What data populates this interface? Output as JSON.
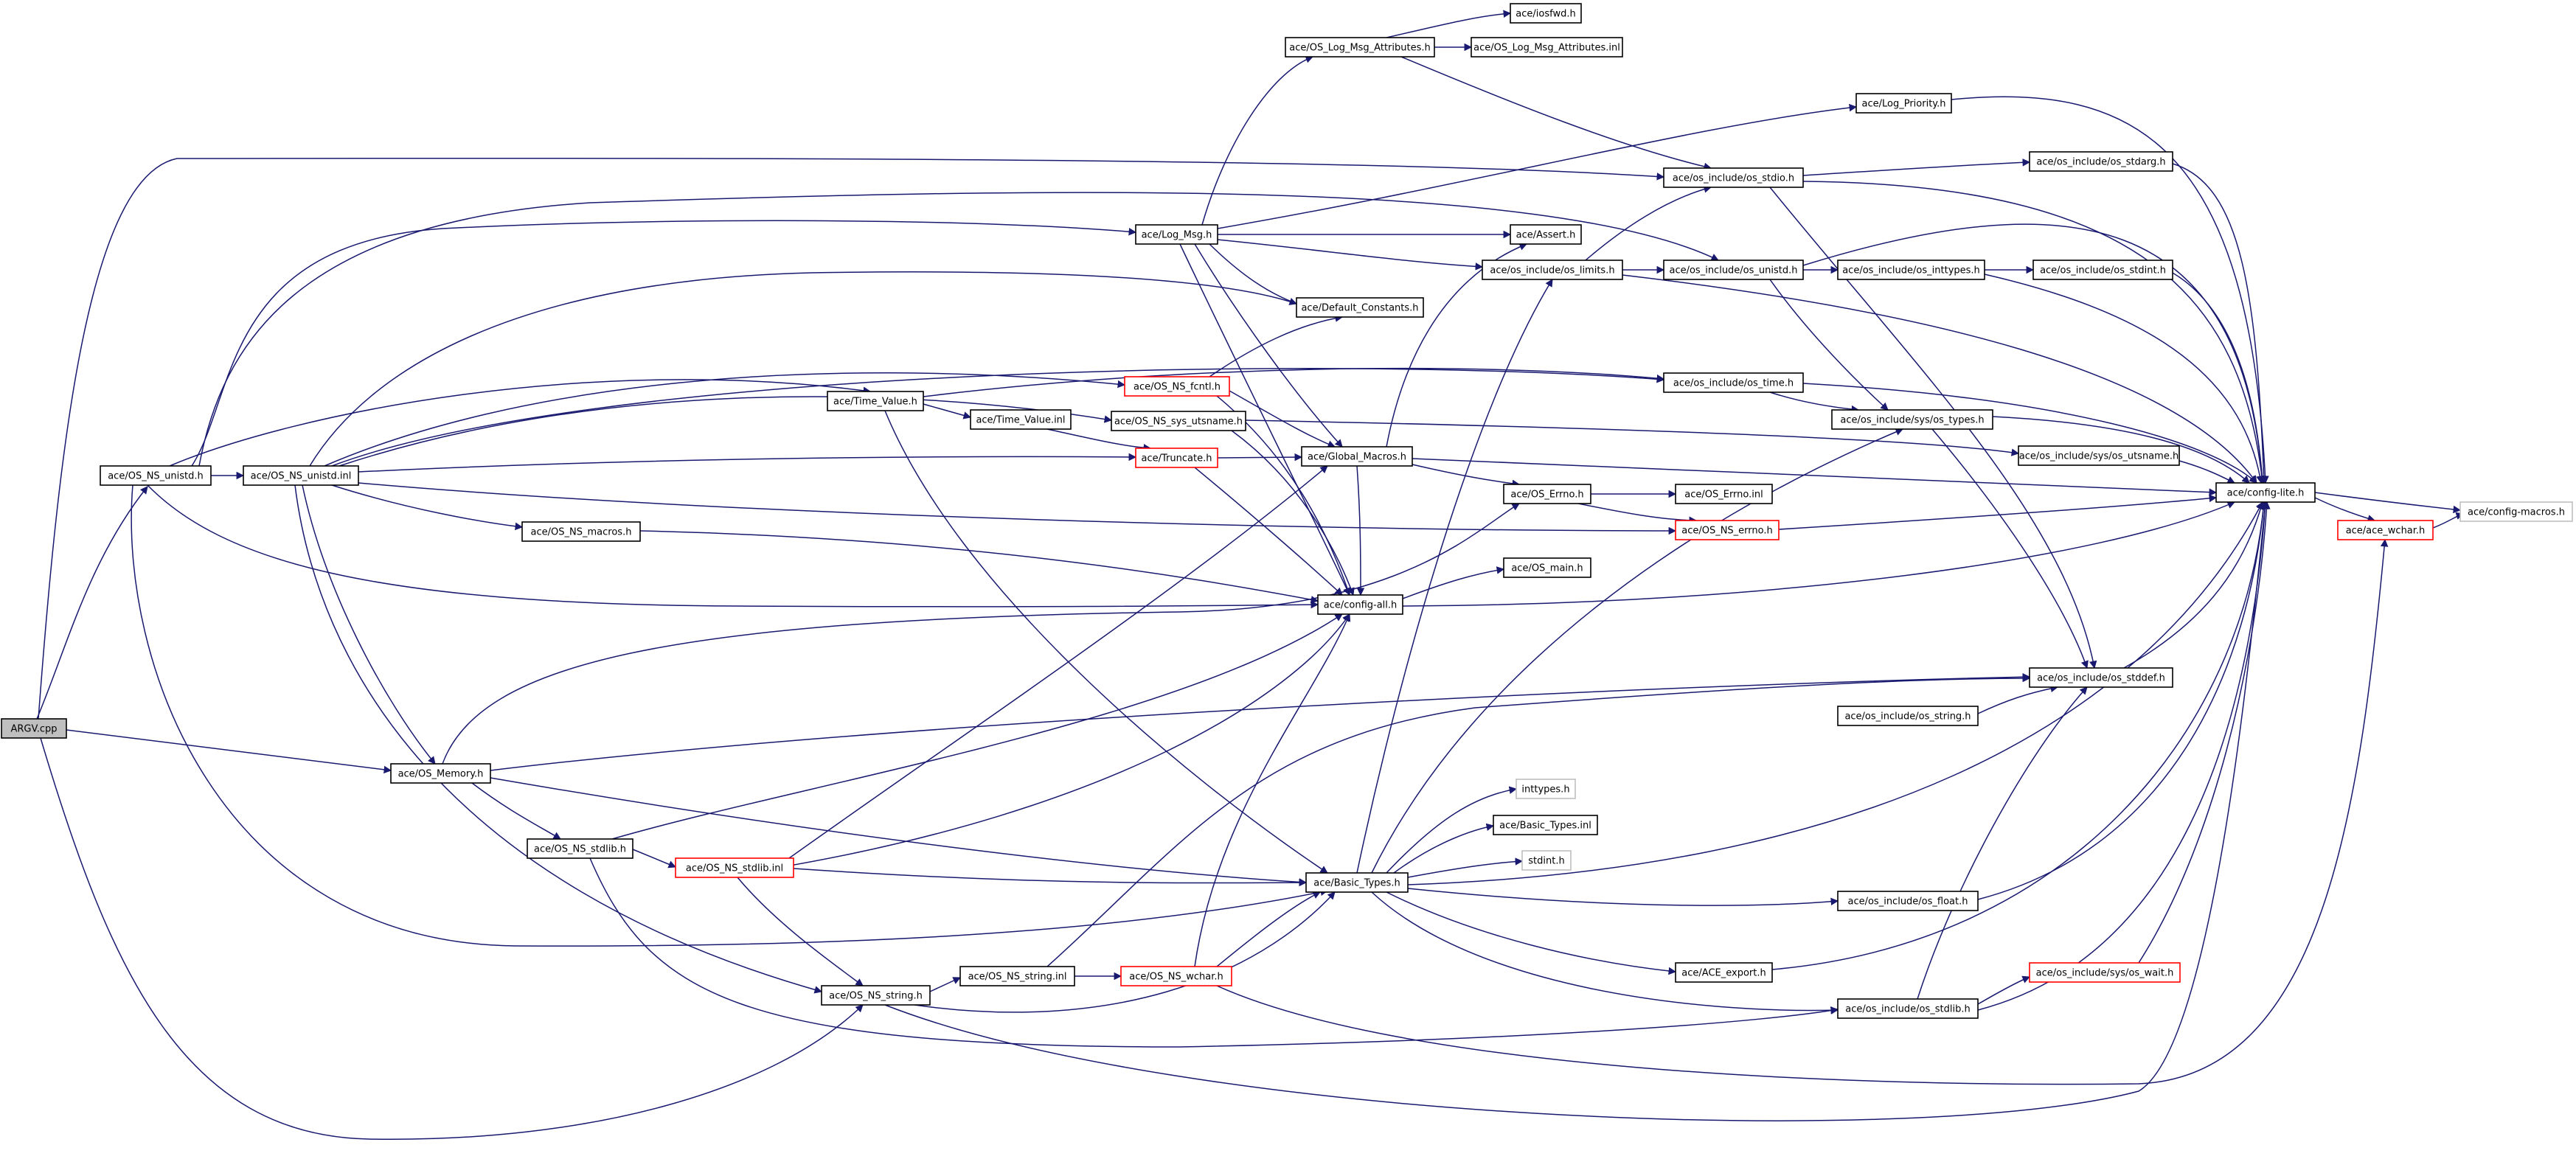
{
  "graph": {
    "nodes": [
      {
        "id": "argv_cpp",
        "label": "ARGV.cpp",
        "style": "root"
      },
      {
        "id": "os_ns_unistd_h",
        "label": "ace/OS_NS_unistd.h",
        "style": "normal"
      },
      {
        "id": "os_ns_unistd_inl",
        "label": "ace/OS_NS_unistd.inl",
        "style": "normal"
      },
      {
        "id": "os_memory_h",
        "label": "ace/OS_Memory.h",
        "style": "normal"
      },
      {
        "id": "os_ns_stdlib_h",
        "label": "ace/OS_NS_stdlib.h",
        "style": "normal"
      },
      {
        "id": "os_ns_stdlib_inl",
        "label": "ace/OS_NS_stdlib.inl",
        "style": "red"
      },
      {
        "id": "os_ns_string_h",
        "label": "ace/OS_NS_string.h",
        "style": "normal"
      },
      {
        "id": "os_ns_string_inl",
        "label": "ace/OS_NS_string.inl",
        "style": "normal"
      },
      {
        "id": "os_ns_wchar_h",
        "label": "ace/OS_NS_wchar.h",
        "style": "red"
      },
      {
        "id": "os_ns_macros_h",
        "label": "ace/OS_NS_macros.h",
        "style": "normal"
      },
      {
        "id": "time_value_h",
        "label": "ace/Time_Value.h",
        "style": "normal"
      },
      {
        "id": "time_value_inl",
        "label": "ace/Time_Value.inl",
        "style": "normal"
      },
      {
        "id": "log_msg_h",
        "label": "ace/Log_Msg.h",
        "style": "normal"
      },
      {
        "id": "os_log_msg_attr_h",
        "label": "ace/OS_Log_Msg_Attributes.h",
        "style": "normal"
      },
      {
        "id": "iosfwd_h",
        "label": "ace/iosfwd.h",
        "style": "normal"
      },
      {
        "id": "os_log_msg_attr_inl",
        "label": "ace/OS_Log_Msg_Attributes.inl",
        "style": "normal"
      },
      {
        "id": "log_priority_h",
        "label": "ace/Log_Priority.h",
        "style": "normal"
      },
      {
        "id": "os_stdio_h",
        "label": "ace/os_include/os_stdio.h",
        "style": "normal"
      },
      {
        "id": "os_stdarg_h",
        "label": "ace/os_include/os_stdarg.h",
        "style": "normal"
      },
      {
        "id": "assert_h",
        "label": "ace/Assert.h",
        "style": "normal"
      },
      {
        "id": "os_limits_h",
        "label": "ace/os_include/os_limits.h",
        "style": "normal"
      },
      {
        "id": "os_unistd_h",
        "label": "ace/os_include/os_unistd.h",
        "style": "normal"
      },
      {
        "id": "os_inttypes_h",
        "label": "ace/os_include/os_inttypes.h",
        "style": "normal"
      },
      {
        "id": "os_stdint_h",
        "label": "ace/os_include/os_stdint.h",
        "style": "normal"
      },
      {
        "id": "default_constants_h",
        "label": "ace/Default_Constants.h",
        "style": "normal"
      },
      {
        "id": "os_ns_fcntl_h",
        "label": "ace/OS_NS_fcntl.h",
        "style": "red"
      },
      {
        "id": "os_time_h",
        "label": "ace/os_include/os_time.h",
        "style": "normal"
      },
      {
        "id": "os_ns_sys_utsname_h",
        "label": "ace/OS_NS_sys_utsname.h",
        "style": "normal"
      },
      {
        "id": "sys_os_types_h",
        "label": "ace/os_include/sys/os_types.h",
        "style": "normal"
      },
      {
        "id": "truncate_h",
        "label": "ace/Truncate.h",
        "style": "red"
      },
      {
        "id": "global_macros_h",
        "label": "ace/Global_Macros.h",
        "style": "normal"
      },
      {
        "id": "sys_os_utsname_h",
        "label": "ace/os_include/sys/os_utsname.h",
        "style": "normal"
      },
      {
        "id": "config_lite_h",
        "label": "ace/config-lite.h",
        "style": "normal"
      },
      {
        "id": "config_macros_h",
        "label": "ace/config-macros.h",
        "style": "gray"
      },
      {
        "id": "ace_wchar_h",
        "label": "ace/ace_wchar.h",
        "style": "red"
      },
      {
        "id": "os_errno_h",
        "label": "ace/OS_Errno.h",
        "style": "normal"
      },
      {
        "id": "os_errno_inl",
        "label": "ace/OS_Errno.inl",
        "style": "normal"
      },
      {
        "id": "os_ns_errno_h",
        "label": "ace/OS_NS_errno.h",
        "style": "red"
      },
      {
        "id": "os_main_h",
        "label": "ace/OS_main.h",
        "style": "normal"
      },
      {
        "id": "config_all_h",
        "label": "ace/config-all.h",
        "style": "normal"
      },
      {
        "id": "os_stddef_h",
        "label": "ace/os_include/os_stddef.h",
        "style": "normal"
      },
      {
        "id": "os_string_h",
        "label": "ace/os_include/os_string.h",
        "style": "normal"
      },
      {
        "id": "inttypes_h",
        "label": "inttypes.h",
        "style": "gray"
      },
      {
        "id": "basic_types_inl",
        "label": "ace/Basic_Types.inl",
        "style": "normal"
      },
      {
        "id": "stdint_h",
        "label": "stdint.h",
        "style": "gray"
      },
      {
        "id": "basic_types_h",
        "label": "ace/Basic_Types.h",
        "style": "normal"
      },
      {
        "id": "os_float_h",
        "label": "ace/os_include/os_float.h",
        "style": "normal"
      },
      {
        "id": "ace_export_h",
        "label": "ace/ACE_export.h",
        "style": "normal"
      },
      {
        "id": "sys_os_wait_h",
        "label": "ace/os_include/sys/os_wait.h",
        "style": "red"
      },
      {
        "id": "os_stdlib_h",
        "label": "ace/os_include/os_stdlib.h",
        "style": "normal"
      }
    ]
  },
  "colors": {
    "edge": "#191970",
    "node_border": "#000000",
    "node_border_missing": "#ff0000",
    "node_border_external": "#bfbfbf",
    "root_fill": "#bfbfbf"
  }
}
